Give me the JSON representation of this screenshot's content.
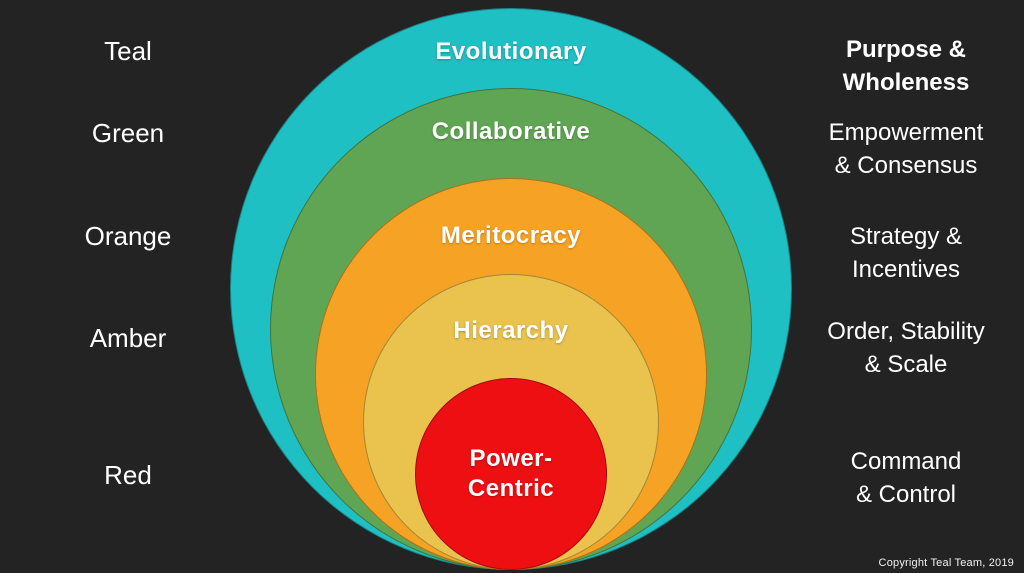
{
  "page": {
    "background_color": "#232323",
    "text_color": "#ffffff"
  },
  "rows": [
    {
      "left": "Teal",
      "circle": "Evolutionary",
      "right": "Purpose &\nWholeness",
      "color": "#1fc0c3"
    },
    {
      "left": "Green",
      "circle": "Collaborative",
      "right": "Empowerment\n& Consensus",
      "color": "#60a553"
    },
    {
      "left": "Orange",
      "circle": "Meritocracy",
      "right": "Strategy &\nIncentives",
      "color": "#f6a224"
    },
    {
      "left": "Amber",
      "circle": "Hierarchy",
      "right": "Order, Stability\n& Scale",
      "color": "#e9c34d"
    },
    {
      "left": "Red",
      "circle": "Power-\nCentric",
      "right": "Command\n& Control",
      "color": "#ee0f12"
    }
  ],
  "copyright": "Copyright Teal Team, 2019"
}
